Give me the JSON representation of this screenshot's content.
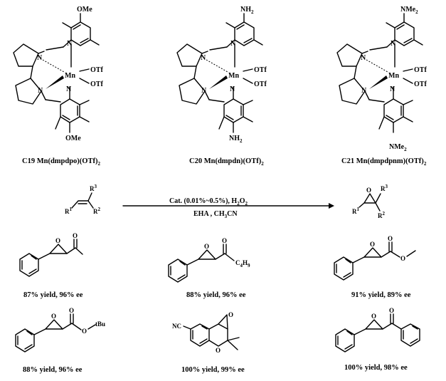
{
  "catalysts": [
    {
      "caption": "C19 Mn(dmpdpo)(OTf)",
      "caption_sub": "2",
      "top_substituent": "OMe",
      "bottom_substituent": "OMe"
    },
    {
      "caption": "C20 Mn(dmpdn)(OTf)",
      "caption_sub": "2",
      "top_substituent": "NH",
      "top_sub_sub": "2",
      "bottom_substituent": "NH",
      "bottom_sub_sub": "2"
    },
    {
      "caption": "C21 Mn(dmpdpnm)(OTf)",
      "caption_sub": "2",
      "top_substituent": "NMe",
      "top_sub_sub": "2",
      "bottom_substituent": "NMe",
      "bottom_sub_sub": "2"
    }
  ],
  "atoms": {
    "N": "N",
    "Mn": "Mn",
    "OTf": "OTf",
    "O": "O",
    "R1": "R",
    "R1_sup": "1",
    "R2": "R",
    "R2_sup": "2",
    "R3": "R",
    "R3_sup": "3"
  },
  "reaction": {
    "line1_a": "Cat. (0.01%~0.5%), H",
    "line1_sub": "2",
    "line1_b": "O",
    "line1_sub2": "2",
    "line2": "EHA , CH",
    "line2_sub": "3",
    "line2_b": "CN"
  },
  "products": [
    {
      "result": "87% yield, 96% ee"
    },
    {
      "result": "88% yield, 96% ee",
      "substituent": "C",
      "sub_a": "4",
      "sub_b": "H",
      "sub_c": "9"
    },
    {
      "result": "91% yield, 89% ee"
    },
    {
      "result": "88% yield, 96% ee",
      "substituent": "tBu"
    },
    {
      "result": "100% yield, 99% ee",
      "substituent": "NC"
    },
    {
      "result": "100% yield, 98% ee"
    }
  ]
}
